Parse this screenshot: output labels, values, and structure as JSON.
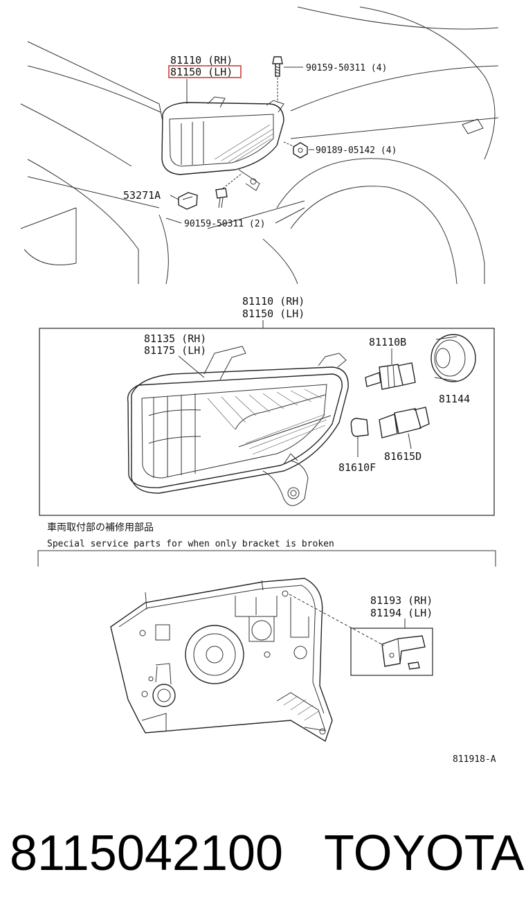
{
  "callouts": {
    "top_rh": "81110 (RH)",
    "top_lh": "81150 (LH)",
    "bolt_top": "90159-50311 (4)",
    "nut": "90189-05142 (4)",
    "clip": "53271A",
    "bolt_bottom": "90159-50311 (2)",
    "assy_rh": "81110 (RH)",
    "assy_lh": "81150 (LH)",
    "unit_rh": "81135 (RH)",
    "unit_lh": "81175 (LH)",
    "socket_b": "81110B",
    "cover": "81144",
    "socket_d": "81615D",
    "bulb_f": "81610F",
    "bracket_rh": "81193 (RH)",
    "bracket_lh": "81194 (LH)",
    "figure_code": "811918-A"
  },
  "notes": {
    "japanese": "車両取付部の補修用部品",
    "english": "Special service parts for when only bracket is broken"
  },
  "caption": {
    "part_number": "8115042100",
    "brand": "TOYOTA"
  },
  "colors": {
    "highlight": "#d23a3a",
    "line": "#222222"
  }
}
